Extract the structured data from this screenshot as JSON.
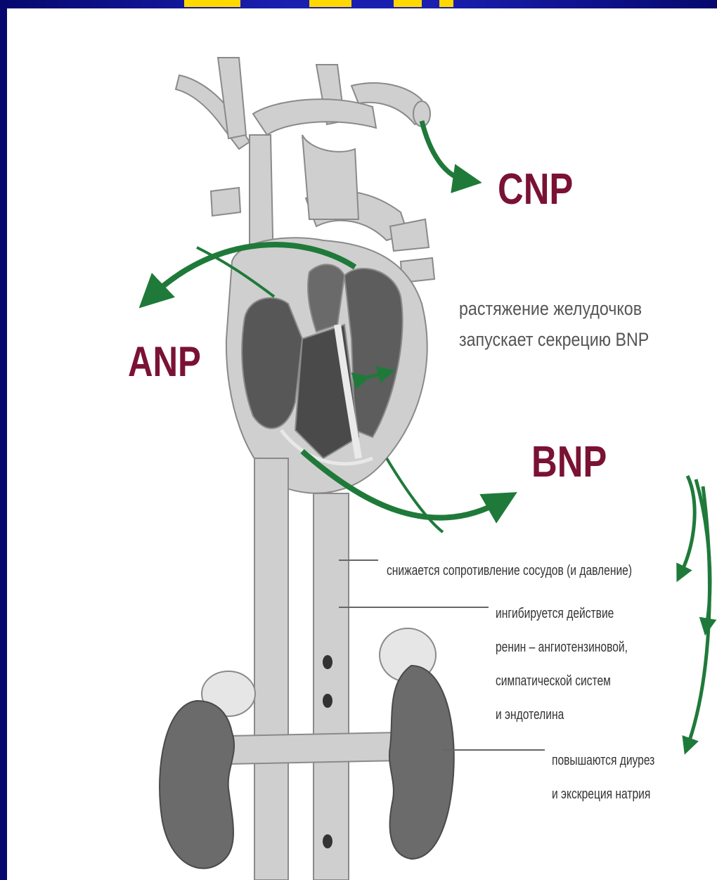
{
  "labels": {
    "cnp": "CNP",
    "anp": "ANP",
    "bnp": "BNP"
  },
  "note": {
    "line1": "растяжение желудочков",
    "line2": "запускает секрецию BNP"
  },
  "effects": [
    {
      "lines": [
        "снижается сопротивление сосудов (и давление)"
      ]
    },
    {
      "lines": [
        "ингибируется действие",
        "ренин – ангиотензиновой,",
        "симпатической систем",
        "и эндотелина"
      ]
    },
    {
      "lines": [
        "повышаются диурез",
        "и экскреция натрия"
      ]
    }
  ],
  "colors": {
    "background": "#1a1fb0",
    "title_strip": "#ffd800",
    "label": "#7a1234",
    "arrow": "#1f7a3a",
    "vessel": "#cfcfcf",
    "chamber": "#5a5a5a",
    "kidney": "#6b6b6b"
  }
}
